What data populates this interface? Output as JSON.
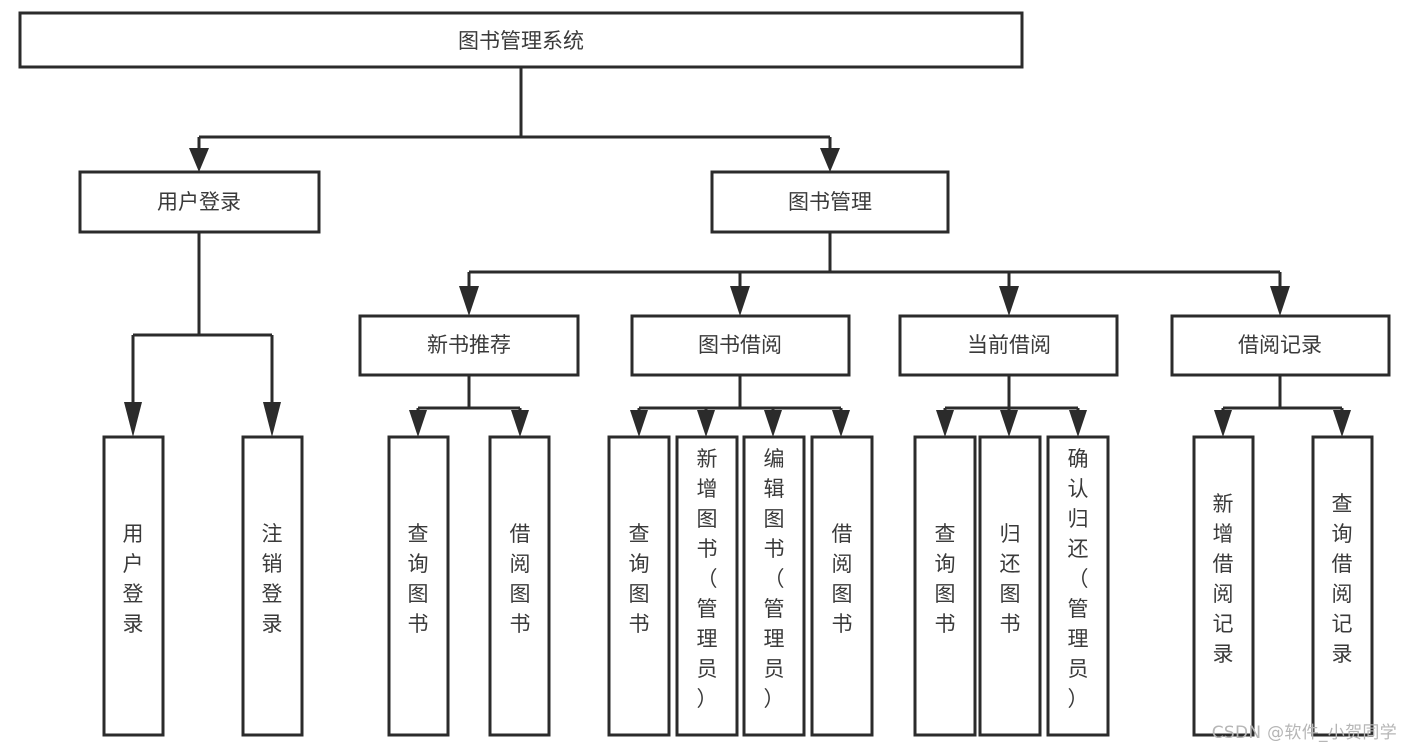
{
  "diagram": {
    "type": "tree-hierarchy-chart",
    "title": "图书管理系统",
    "orientation": "top-down",
    "colors": {
      "box_fill": "#ffffff",
      "box_stroke": "#2b2b2b",
      "text": "#3a3a3a",
      "background": "#ffffff",
      "watermark": "#b6b6b6"
    },
    "root": {
      "label": "图书管理系统",
      "level": 0
    },
    "level1": [
      {
        "label": "用户登录",
        "level": 1
      },
      {
        "label": "图书管理",
        "level": 1
      }
    ],
    "level2": [
      {
        "label": "新书推荐",
        "level": 2,
        "parent": "图书管理"
      },
      {
        "label": "图书借阅",
        "level": 2,
        "parent": "图书管理"
      },
      {
        "label": "当前借阅",
        "level": 2,
        "parent": "图书管理"
      },
      {
        "label": "借阅记录",
        "level": 2,
        "parent": "图书管理"
      }
    ],
    "leaves": {
      "用户登录": [
        "用户登录",
        "注销登录"
      ],
      "新书推荐": [
        "查询图书",
        "借阅图书"
      ],
      "图书借阅": [
        "查询图书",
        "新增图书（管理员）",
        "编辑图书（管理员）",
        "借阅图书"
      ],
      "当前借阅": [
        "查询图书",
        "归还图书",
        "确认归还（管理员）"
      ],
      "借阅记录": [
        "新增借阅记录",
        "查询借阅记录"
      ]
    },
    "watermark": "CSDN @软件_小贺同学"
  }
}
